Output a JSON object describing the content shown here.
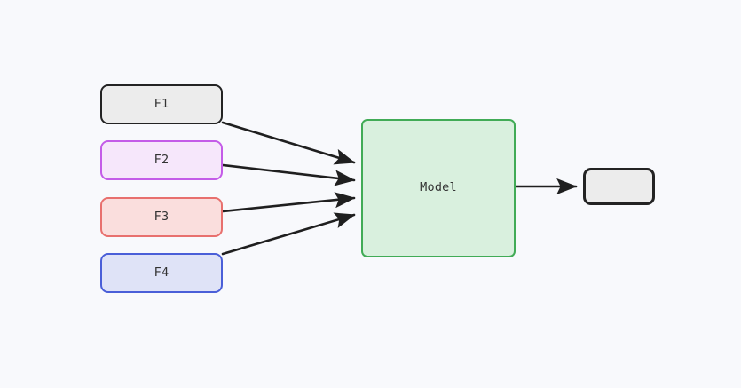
{
  "diagram": {
    "title": "feature-to-model-flow",
    "background_color": "#f8f9fc",
    "nodes": [
      {
        "id": "f1",
        "label": "F1",
        "fill": "#ececec",
        "stroke": "#232323"
      },
      {
        "id": "f2",
        "label": "F2",
        "fill": "#f6e7fb",
        "stroke": "#c45ce8"
      },
      {
        "id": "f3",
        "label": "F3",
        "fill": "#fadedd",
        "stroke": "#e8706e"
      },
      {
        "id": "f4",
        "label": "F4",
        "fill": "#dfe3f7",
        "stroke": "#4a5fd8"
      },
      {
        "id": "model",
        "label": "Model",
        "fill": "#d9f0de",
        "stroke": "#41ab56"
      },
      {
        "id": "output",
        "label": "",
        "fill": "#ececec",
        "stroke": "#232323"
      }
    ],
    "edges": [
      {
        "id": "f1-model",
        "from": "f1",
        "to": "model",
        "label": ""
      },
      {
        "id": "f2-model",
        "from": "f2",
        "to": "model",
        "label": ""
      },
      {
        "id": "f3-model",
        "from": "f3",
        "to": "model",
        "label": ""
      },
      {
        "id": "f4-model",
        "from": "f4",
        "to": "model",
        "label": ""
      },
      {
        "id": "model-output",
        "from": "model",
        "to": "output",
        "label": ""
      }
    ],
    "edge_color": "#1f1f1f"
  }
}
